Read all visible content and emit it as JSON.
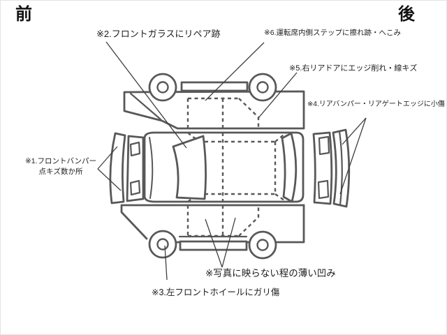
{
  "orientation": {
    "front_label": "前",
    "rear_label": "後"
  },
  "annotations": {
    "note1": {
      "text": "※1.フロントバンパー\n点キズ数か所",
      "target": "front-bumper"
    },
    "note2": {
      "text": "※2.フロントガラスにリペア跡",
      "target": "windshield"
    },
    "note3": {
      "text": "※3.左フロントホイールにガリ傷",
      "target": "front-left-wheel"
    },
    "note4": {
      "text": "※4.リアバンパー・リアゲートエッジに小傷",
      "target": "rear-bumper"
    },
    "note5": {
      "text": "※5.右リアドアにエッジ削れ・線キズ",
      "target": "right-rear-door"
    },
    "note6": {
      "text": "※6.運転席内側ステップに擦れ跡・へこみ",
      "target": "driver-side-step"
    },
    "note_photo": {
      "text": "※写真に映らない程の薄い凹み",
      "target": "left-side-floor"
    }
  },
  "colors": {
    "background": "#ffffff",
    "car_outline": "#585858",
    "leader_line": "#3f3f3f",
    "text": "#1c1c1c"
  }
}
